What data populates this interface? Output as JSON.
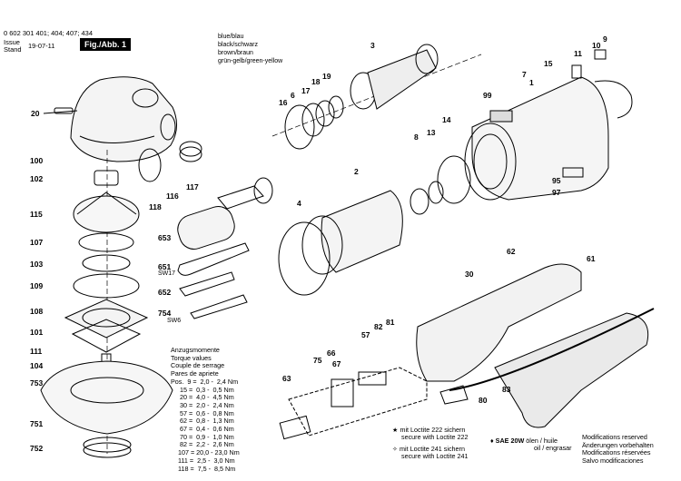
{
  "header": {
    "part_numbers": "0 602 301 401; 404; 407; 434",
    "issue_label": "Issue",
    "stand_label": "Stand",
    "date": "19-07-11",
    "figure": "Fig./Abb. 1"
  },
  "wire_legend": [
    "blue/blau",
    "black/schwarz",
    "brown/braun",
    "grün-gelb/green-yellow"
  ],
  "part_labels": {
    "p20": "20",
    "p100": "100",
    "p102": "102",
    "p115": "115",
    "p107": "107",
    "p103": "103",
    "p109": "109",
    "p108": "108",
    "p101": "101",
    "p111": "111",
    "p104": "104",
    "p753": "753",
    "p751": "751",
    "p752": "752",
    "p116": "116",
    "p117": "117",
    "p118": "118",
    "p653": "653",
    "p651": "651",
    "sw17": "SW17",
    "p652": "652",
    "p754": "754",
    "sw6": "SW6",
    "p3": "3",
    "p6": "6",
    "p16": "16",
    "p17": "17",
    "p18": "18",
    "p19": "19",
    "p2": "2",
    "p4": "4",
    "p8": "8",
    "p13": "13",
    "p14": "14",
    "p99": "99",
    "p1": "1",
    "p15": "15",
    "p7": "7",
    "p10": "10",
    "p9": "9",
    "p11": "11",
    "p95": "95",
    "p97": "97",
    "p62": "62",
    "p61": "61",
    "p30": "30",
    "p82": "82",
    "p81": "81",
    "p57": "57",
    "p66": "66",
    "p67": "67",
    "p75": "75",
    "p63": "63",
    "p80": "80",
    "p83": "83"
  },
  "torque": {
    "title_de": "Anzugsmomente",
    "title_en": "Torque values",
    "title_fr": "Couple de serrage",
    "title_ro": "Pares de apriete",
    "rows": [
      "Pos.  9 =  2,0 -  2,4 Nm",
      "     15 =  0,3 -  0,5 Nm",
      "     20 =  4,0 -  4,5 Nm",
      "     30 =  2,0 -  2,4 Nm",
      "     57 =  0,6 -  0,8 Nm",
      "     62 =  0,8 -  1,3 Nm",
      "     67 =  0,4 -  0,6 Nm",
      "     70 =  0,9 -  1,0 Nm",
      "     82 =  2,2 -  2,6 Nm",
      "    107 = 20,0 - 23,0 Nm",
      "    111 =  2,5 -  3,0 Nm",
      "    118 =  7,5 -  8,5 Nm"
    ]
  },
  "footer": {
    "loctite222_de": "mit Loctite 222 sichern",
    "loctite222_en": "secure with Loctite 222",
    "loctite241_de": "mit Loctite 241 sichern",
    "loctite241_en": "secure with Loctite 241",
    "oil_bold": "SAE 20W",
    "oil_rest": "ölen / huile",
    "oil_line2": "oil / engrasar",
    "mods": [
      "Modifications reserved",
      "Änderungen vorbehalten",
      "Modifications réservées",
      "Salvo modificaciones"
    ]
  }
}
